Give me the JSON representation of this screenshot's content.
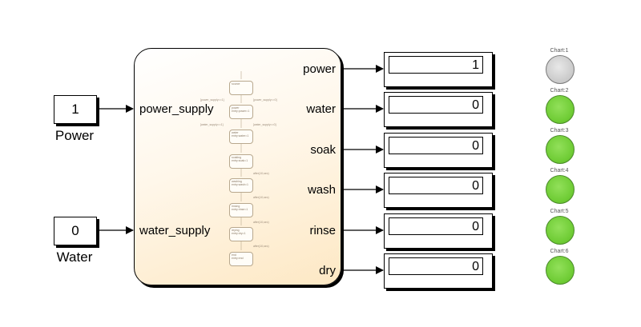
{
  "sources": [
    {
      "value": "1",
      "caption": "Power"
    },
    {
      "value": "0",
      "caption": "Water"
    }
  ],
  "chart": {
    "inputs": [
      "power_supply",
      "water_supply"
    ],
    "outputs": [
      "power",
      "water",
      "soak",
      "wash",
      "rinse",
      "dry"
    ],
    "states": [
      {
        "name": "source",
        "entry": ""
      },
      {
        "name": "power",
        "entry": "entry:power=1"
      },
      {
        "name": "water",
        "entry": "entry:water=1"
      },
      {
        "name": "soaking",
        "entry": "entry:soak=1"
      },
      {
        "name": "washing",
        "entry": "entry:wash=1"
      },
      {
        "name": "rinsing",
        "entry": "entry:rinse=1"
      },
      {
        "name": "drying",
        "entry": "entry:dry=1"
      },
      {
        "name": "end",
        "entry": "entry:end"
      }
    ],
    "transitions": [
      "[power_supply==1]",
      "[power_supply==0]",
      "[water_supply==1]",
      "[water_supply==0]",
      "after(10,sec)",
      "after(10,sec)",
      "after(10,sec)",
      "after(10,sec)"
    ]
  },
  "displays": [
    "1",
    "0",
    "0",
    "0",
    "0",
    "0"
  ],
  "lamps": [
    {
      "label": "Chart:1",
      "state": "off"
    },
    {
      "label": "Chart:2",
      "state": "on"
    },
    {
      "label": "Chart:3",
      "state": "on"
    },
    {
      "label": "Chart:4",
      "state": "on"
    },
    {
      "label": "Chart:5",
      "state": "on"
    },
    {
      "label": "Chart:6",
      "state": "on"
    }
  ],
  "colors": {
    "lamp_on": "#6fcc35",
    "lamp_off": "#c9c9c9",
    "chart_fill": "#fde8c4"
  }
}
